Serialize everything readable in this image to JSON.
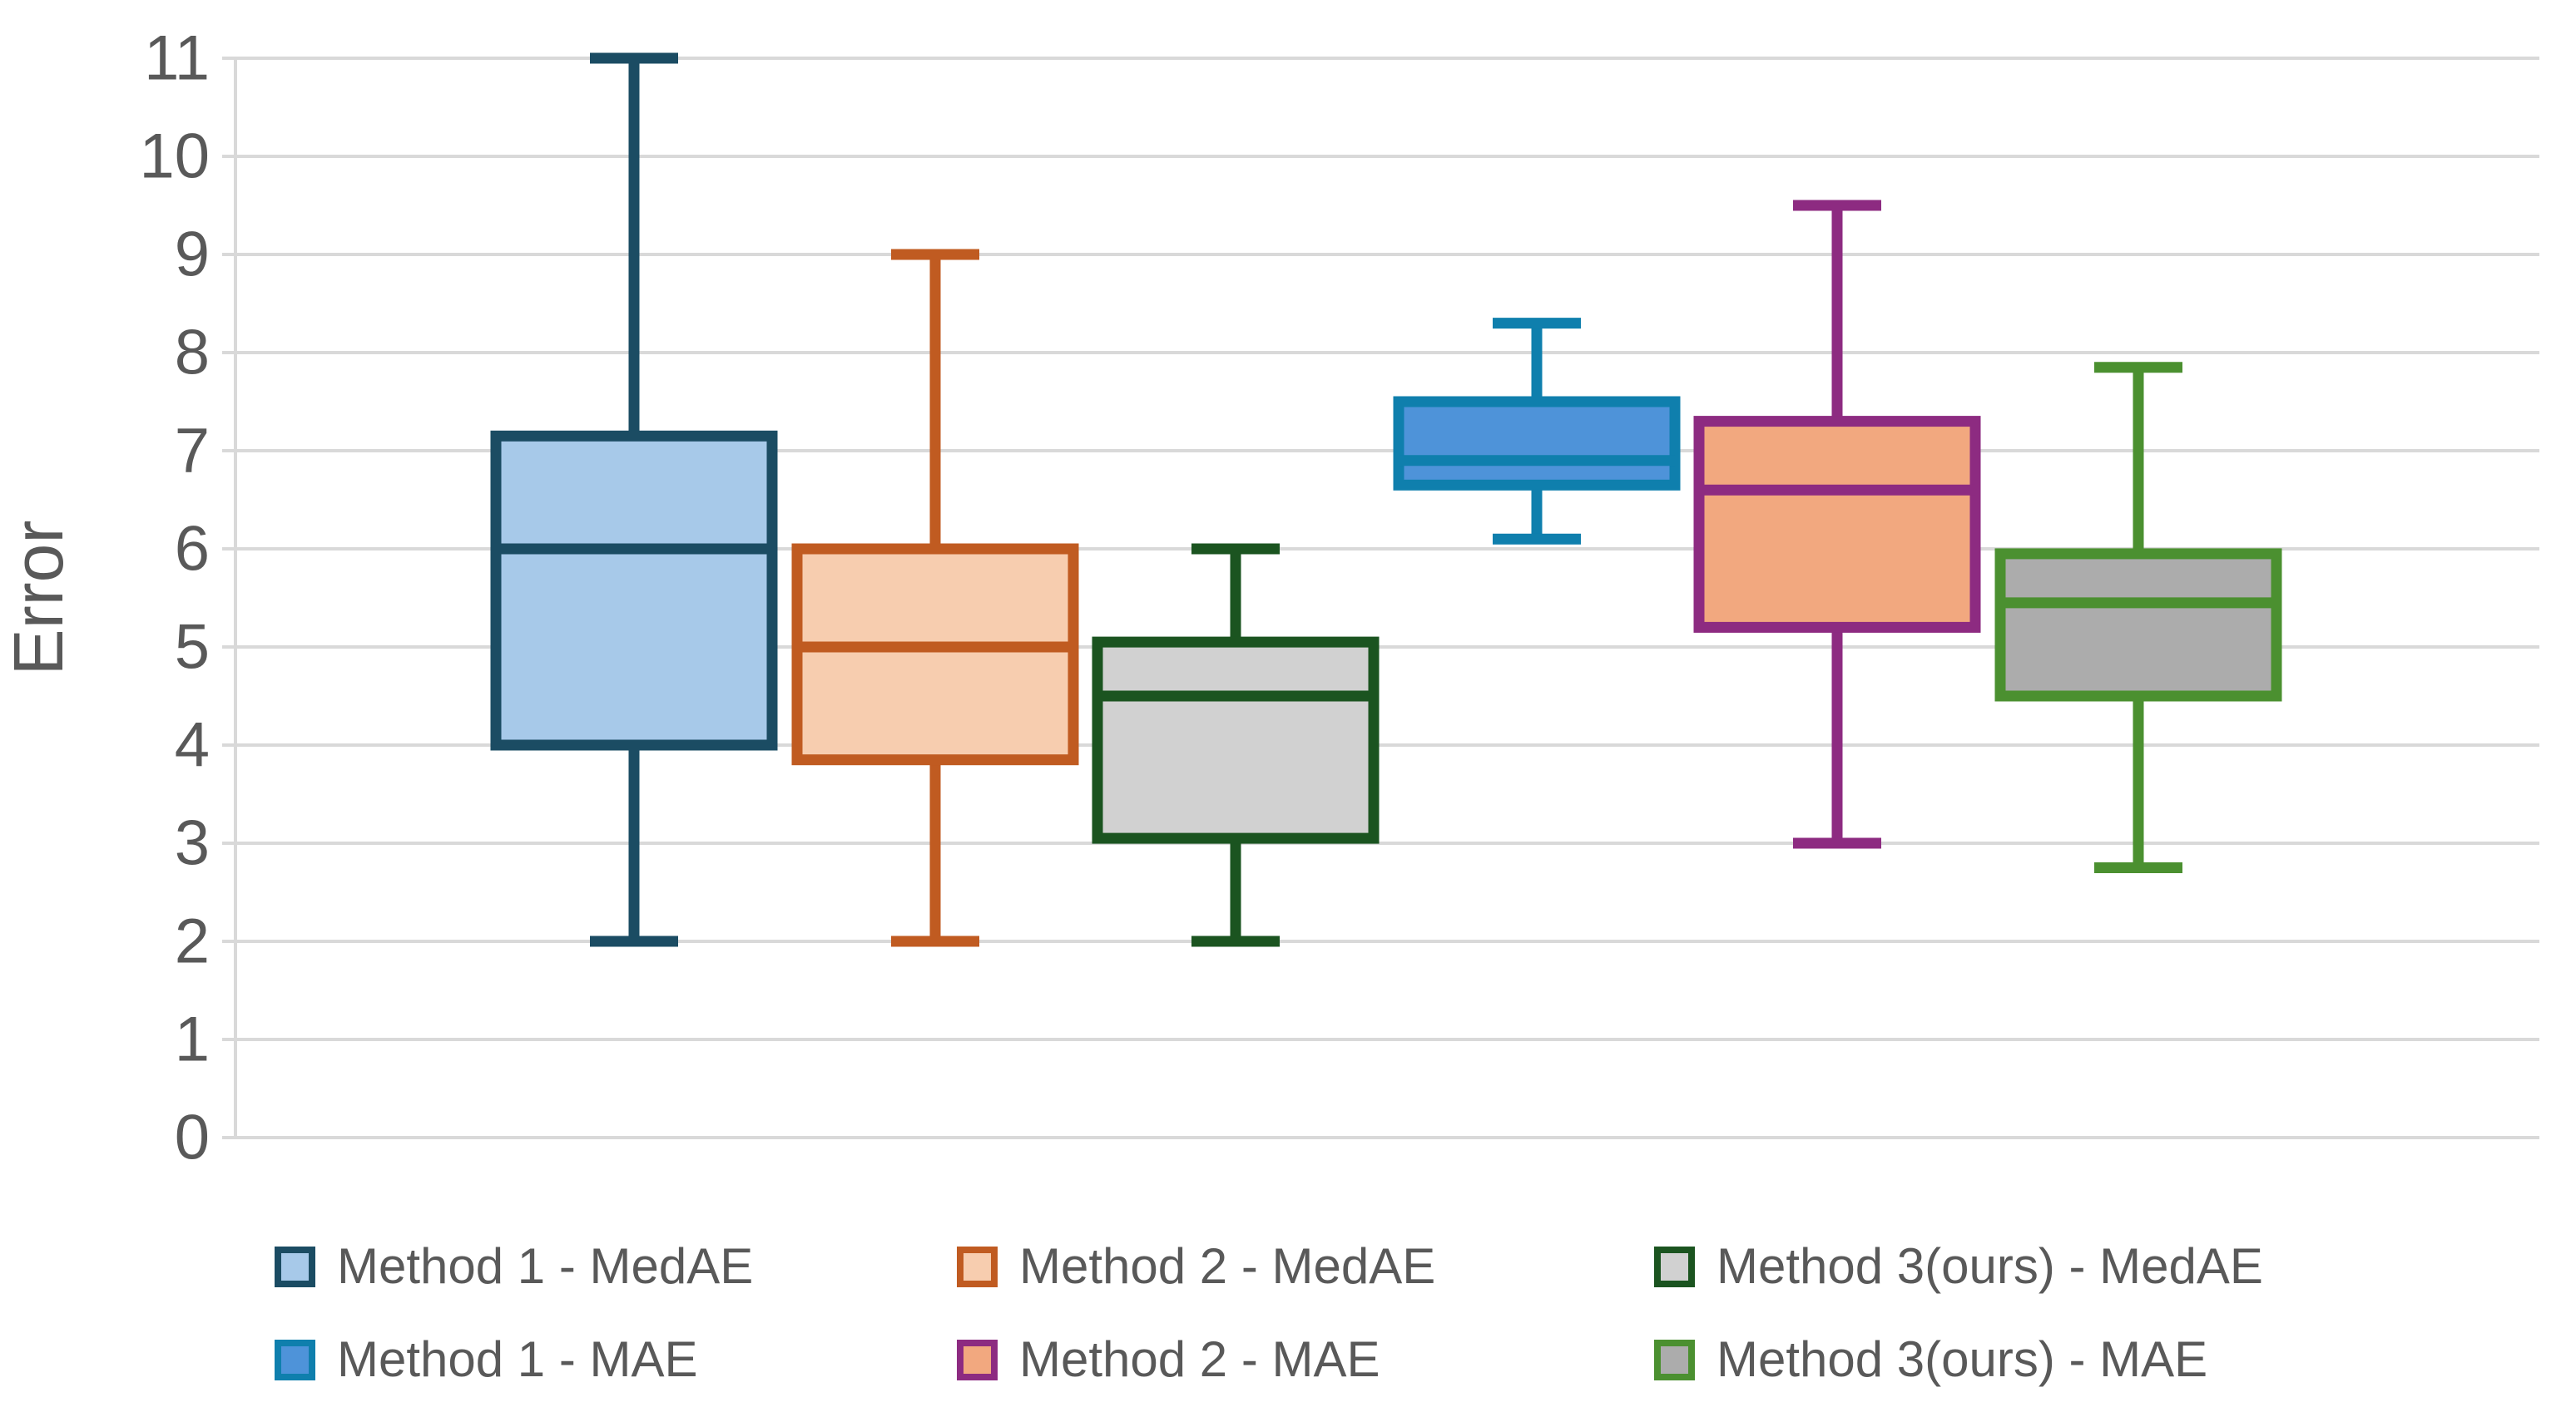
{
  "chart_data": {
    "type": "box",
    "title": "",
    "xlabel": "",
    "ylabel": "Error",
    "ylim": [
      0,
      11
    ],
    "yticks": [
      0,
      1,
      2,
      3,
      4,
      5,
      6,
      7,
      8,
      9,
      10,
      11
    ],
    "grid": "horizontal",
    "legend_position": "bottom",
    "colors": {
      "grid": "#D9D9D9",
      "axis": "#D9D9D9",
      "text": "#595959",
      "background": "#FFFFFF"
    },
    "series": [
      {
        "name": "Method 1 - MedAE",
        "fill": "#A7C9E9",
        "stroke": "#1B4C63",
        "min": 2.0,
        "q1": 4.0,
        "median": 6.0,
        "q3": 7.15,
        "max": 11.0
      },
      {
        "name": "Method 2 - MedAE",
        "fill": "#F7CDAF",
        "stroke": "#C05B21",
        "min": 2.0,
        "q1": 3.85,
        "median": 5.0,
        "q3": 6.0,
        "max": 9.0
      },
      {
        "name": "Method 3(ours) - MedAE",
        "fill": "#D1D1D1",
        "stroke": "#1B5420",
        "min": 2.0,
        "q1": 3.05,
        "median": 4.5,
        "q3": 5.05,
        "max": 6.0
      },
      {
        "name": "Method 1 - MAE",
        "fill": "#4E93D9",
        "stroke": "#0F7FAD",
        "min": 6.1,
        "q1": 6.65,
        "median": 6.9,
        "q3": 7.5,
        "max": 8.3
      },
      {
        "name": "Method 2 - MAE",
        "fill": "#F2A87F",
        "stroke": "#8D2B81",
        "min": 3.0,
        "q1": 5.2,
        "median": 6.6,
        "q3": 7.3,
        "max": 9.5
      },
      {
        "name": "Method 3(ours) - MAE",
        "fill": "#ACACAC",
        "stroke": "#4B9030",
        "min": 2.75,
        "q1": 4.5,
        "median": 5.45,
        "q3": 5.95,
        "max": 7.85
      }
    ]
  },
  "legend": {
    "rows": [
      [
        0,
        1,
        2
      ],
      [
        3,
        4,
        5
      ]
    ]
  }
}
